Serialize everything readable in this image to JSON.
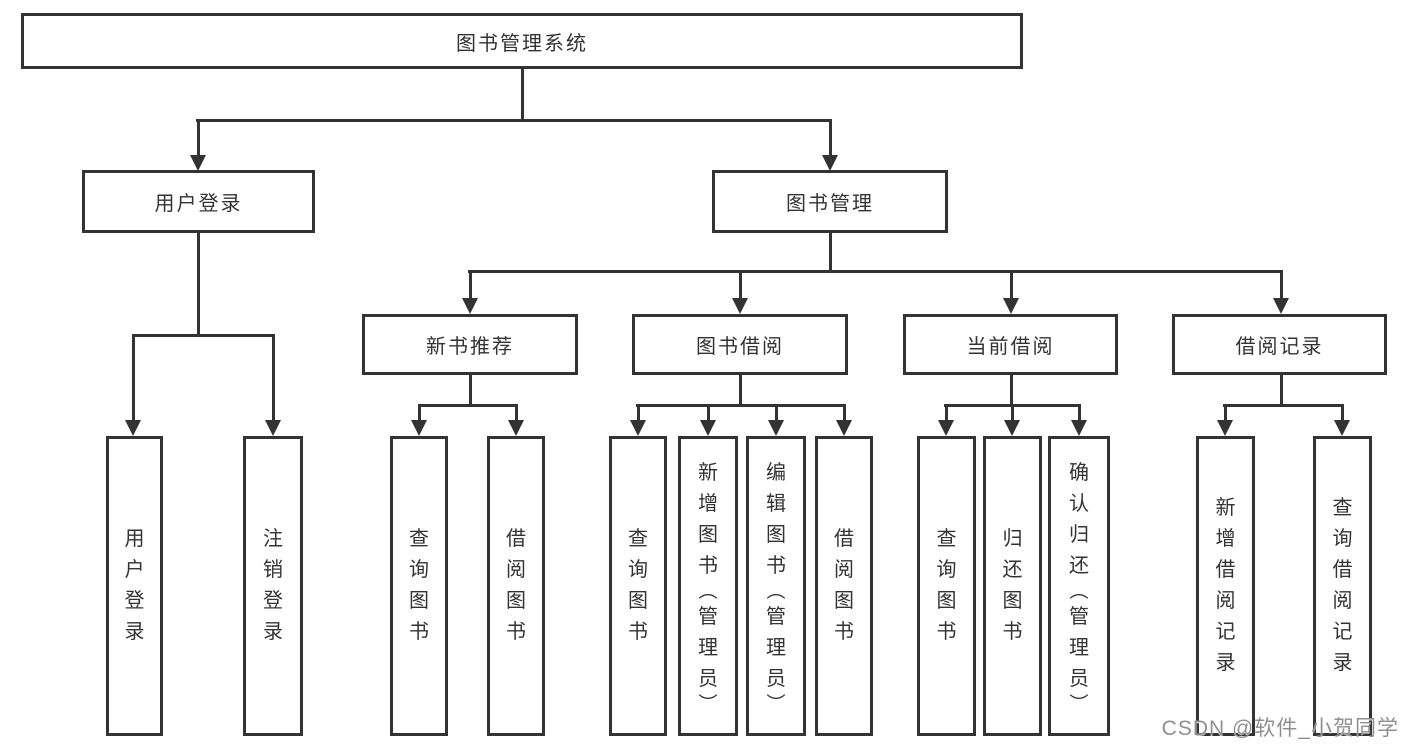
{
  "diagram": {
    "root": {
      "label": "图书管理系统"
    },
    "level2": [
      {
        "label": "用户登录"
      },
      {
        "label": "图书管理"
      }
    ],
    "level3": [
      {
        "label": "新书推荐",
        "parent": "图书管理"
      },
      {
        "label": "图书借阅",
        "parent": "图书管理"
      },
      {
        "label": "当前借阅",
        "parent": "图书管理"
      },
      {
        "label": "借阅记录",
        "parent": "图书管理"
      }
    ],
    "leaves": [
      {
        "label": "用户登录",
        "parent": "用户登录"
      },
      {
        "label": "注销登录",
        "parent": "用户登录"
      },
      {
        "label": "查询图书",
        "parent": "新书推荐"
      },
      {
        "label": "借阅图书",
        "parent": "新书推荐"
      },
      {
        "label": "查询图书",
        "parent": "图书借阅"
      },
      {
        "label": "新增图书（管理员）",
        "parent": "图书借阅"
      },
      {
        "label": "编辑图书（管理员）",
        "parent": "图书借阅"
      },
      {
        "label": "借阅图书",
        "parent": "图书借阅"
      },
      {
        "label": "查询图书",
        "parent": "当前借阅"
      },
      {
        "label": "归还图书",
        "parent": "当前借阅"
      },
      {
        "label": "确认归还（管理员）",
        "parent": "当前借阅"
      },
      {
        "label": "新增借阅记录",
        "parent": "借阅记录"
      },
      {
        "label": "查询借阅记录",
        "parent": "借阅记录"
      }
    ]
  },
  "watermark": {
    "text": "CSDN @软件_小贺同学"
  },
  "colors": {
    "line": "#333333",
    "box_border": "#333333",
    "box_fill": "#ffffff",
    "text": "#333333",
    "watermark": "#8f8f8f",
    "background": "#ffffff"
  }
}
